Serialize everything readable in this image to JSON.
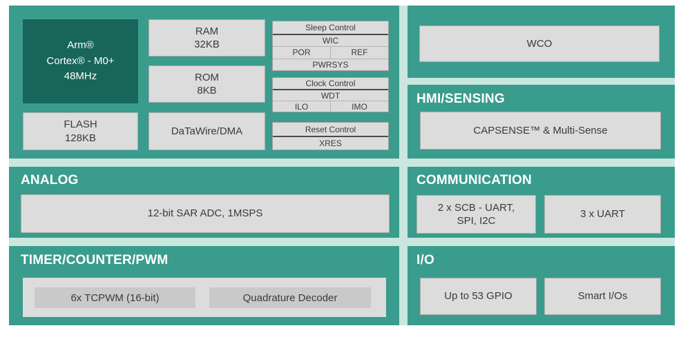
{
  "colors": {
    "teal": "#3A9C8D",
    "dark_teal": "#18655A",
    "mint_gap": "#C9E7DF",
    "box_gray": "#DCDCDC",
    "box_border": "#ABABAB",
    "inner_box_gray": "#C9C9C9",
    "text_dark": "#3A3A3A",
    "title_white": "#FFFFFF"
  },
  "mcu": {
    "cpu_lines": [
      "Arm®",
      "Cortex® - M0+",
      "48MHz"
    ],
    "ram_lines": [
      "RAM",
      "32KB"
    ],
    "rom_lines": [
      "ROM",
      "8KB"
    ],
    "flash_lines": [
      "FLASH",
      "128KB"
    ],
    "dma_label": "DaTaWire/DMA",
    "sleep_control": {
      "title": "Sleep Control",
      "row1": "WIC",
      "row2_left": "POR",
      "row2_right": "REF",
      "row3": "PWRSYS"
    },
    "clock_control": {
      "title": "Clock Control",
      "row1": "WDT",
      "row2_left": "ILO",
      "row2_right": "IMO"
    },
    "reset_control": {
      "title": "Reset Control",
      "row1": "XRES"
    }
  },
  "wco": {
    "label": "WCO"
  },
  "hmi": {
    "title": "HMI/SENSING",
    "capsense_label": "CAPSENSE™ & Multi-Sense"
  },
  "analog": {
    "title": "ANALOG",
    "adc_label": "12-bit SAR ADC, 1MSPS"
  },
  "communication": {
    "title": "COMMUNICATION",
    "scb_line1": "2 x SCB - UART,",
    "scb_line2": "SPI, I2C",
    "uart_label": "3 x UART"
  },
  "timer": {
    "title": "TIMER/COUNTER/PWM",
    "tcpwm_label": "6x TCPWM (16-bit)",
    "quadrature_label": "Quadrature Decoder"
  },
  "io": {
    "title": "I/O",
    "gpio_label": "Up to 53 GPIO",
    "smartio_label": "Smart I/Os"
  }
}
